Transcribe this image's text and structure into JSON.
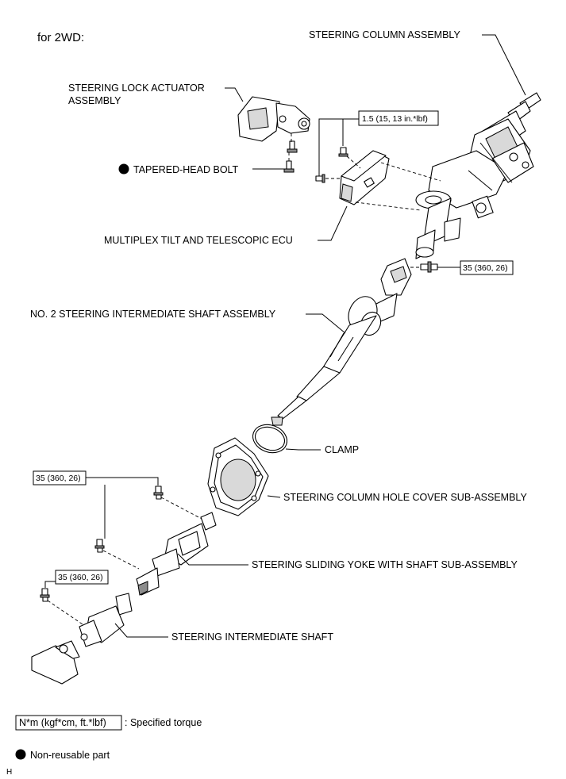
{
  "header": {
    "variant": "for 2WD:"
  },
  "labels": {
    "steering_column_assembly": "STEERING COLUMN ASSEMBLY",
    "steering_lock_actuator_line1": "STEERING LOCK ACTUATOR",
    "steering_lock_actuator_line2": "ASSEMBLY",
    "tapered_head_bolt": "TAPERED-HEAD BOLT",
    "multiplex_ecu": "MULTIPLEX TILT AND TELESCOPIC ECU",
    "no2_intermediate_shaft": "NO. 2 STEERING INTERMEDIATE SHAFT ASSEMBLY",
    "clamp": "CLAMP",
    "column_hole_cover": "STEERING COLUMN HOLE COVER SUB-ASSEMBLY",
    "sliding_yoke": "STEERING SLIDING YOKE WITH SHAFT SUB-ASSEMBLY",
    "intermediate_shaft": "STEERING INTERMEDIATE SHAFT"
  },
  "torques": {
    "ecu_bolts": "1.5 (15, 13 in.*lbf)",
    "column_yoke_bolt": "35 (360, 26)",
    "sliding_yoke_bolts": "35 (360, 26)",
    "intermediate_shaft_bolt": "35 (360, 26)"
  },
  "legend": {
    "torque_unit": "N*m (kgf*cm, ft.*lbf)",
    "torque_desc": ": Specified torque",
    "non_reusable": "Non-reusable part"
  },
  "figure_code": "H"
}
